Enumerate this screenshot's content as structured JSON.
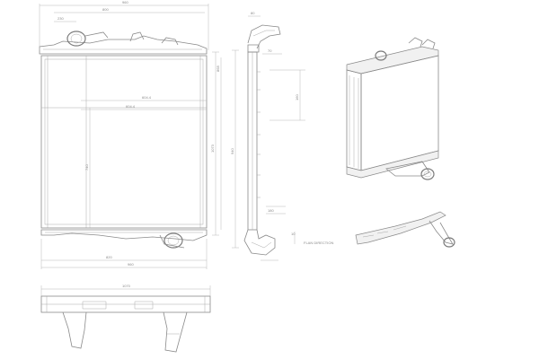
{
  "dimensions": {
    "front_overall_width": "960",
    "front_top_span": "800",
    "front_inlet_offset": "230",
    "front_height": "1073",
    "front_height_right": "868",
    "front_core_height": "740",
    "front_core_width_a": "604.4",
    "front_core_width_b": "604.4",
    "front_bottom_span": "820",
    "front_bottom_overall": "960",
    "side_top_width": "80",
    "side_upper_offset": "70",
    "side_mid_height": "160",
    "side_total_height": "940",
    "side_bottom_width": "180",
    "side_bottom_small": "10",
    "side_bottom_note": "FLAN DIRECTION",
    "bottom_view_width": "1070"
  }
}
